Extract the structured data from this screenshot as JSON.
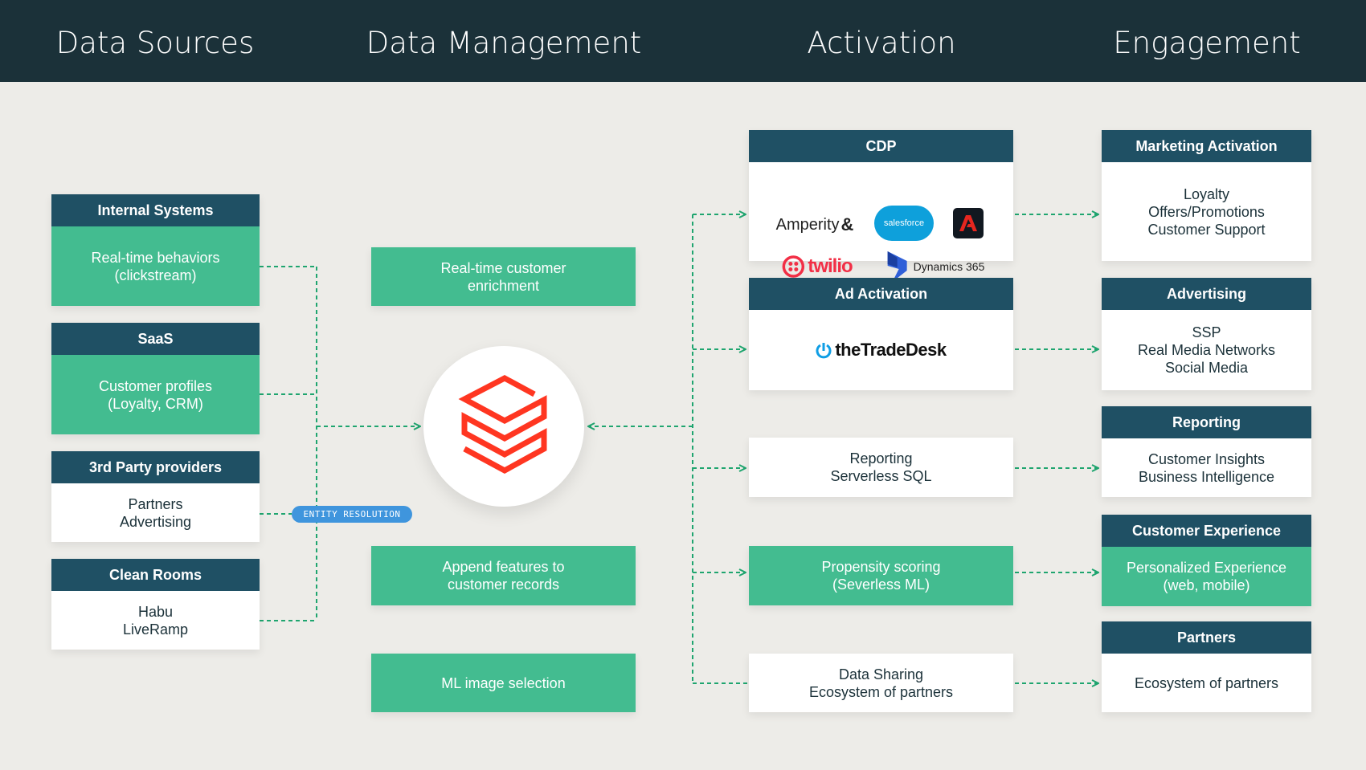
{
  "columns": [
    "Data Sources",
    "Data Management",
    "Activation",
    "Engagement"
  ],
  "colors": {
    "header": "#1b3139",
    "box_header": "#1f5064",
    "green": "#43bc90",
    "connector": "#1fa56f",
    "hub_logo": "#ff3621",
    "pill": "#3f95dd"
  },
  "hub": {
    "icon": "databricks-logo-icon"
  },
  "entity_resolution": "ENTITY RESOLUTION",
  "sources": [
    {
      "title": "Internal Systems",
      "body": "Real-time behaviors\n(clickstream)"
    },
    {
      "title": "SaaS",
      "body": "Customer profiles\n(Loyalty, CRM)"
    },
    {
      "title": "3rd Party providers",
      "body": "Partners\nAdvertising"
    },
    {
      "title": "Clean Rooms",
      "body": "Habu\nLiveRamp"
    }
  ],
  "management": [
    "Real-time customer\nenrichment",
    "Append features to\ncustomer records",
    "ML image selection"
  ],
  "activation": {
    "cdp": {
      "title": "CDP",
      "logos": {
        "amperity": "Amperity",
        "salesforce": "salesforce",
        "adobe": "adobe-logo-icon",
        "twilio": "twilio",
        "dynamics": "Dynamics 365"
      }
    },
    "ad": {
      "title": "Ad Activation",
      "logo": "theTradeDesk"
    },
    "reporting": "Reporting\nServerless SQL",
    "propensity": "Propensity scoring\n(Severless ML)",
    "sharing": "Data Sharing\nEcosystem of partners"
  },
  "engagement": [
    {
      "title": "Marketing Activation",
      "body": "Loyalty\nOffers/Promotions\nCustomer Support"
    },
    {
      "title": "Advertising",
      "body": "SSP\nReal Media Networks\nSocial Media"
    },
    {
      "title": "Reporting",
      "body": "Customer Insights\nBusiness Intelligence"
    },
    {
      "title": "Customer Experience",
      "body": "Personalized Experience\n(web, mobile)"
    },
    {
      "title": "Partners",
      "body": "Ecosystem of partners"
    }
  ]
}
